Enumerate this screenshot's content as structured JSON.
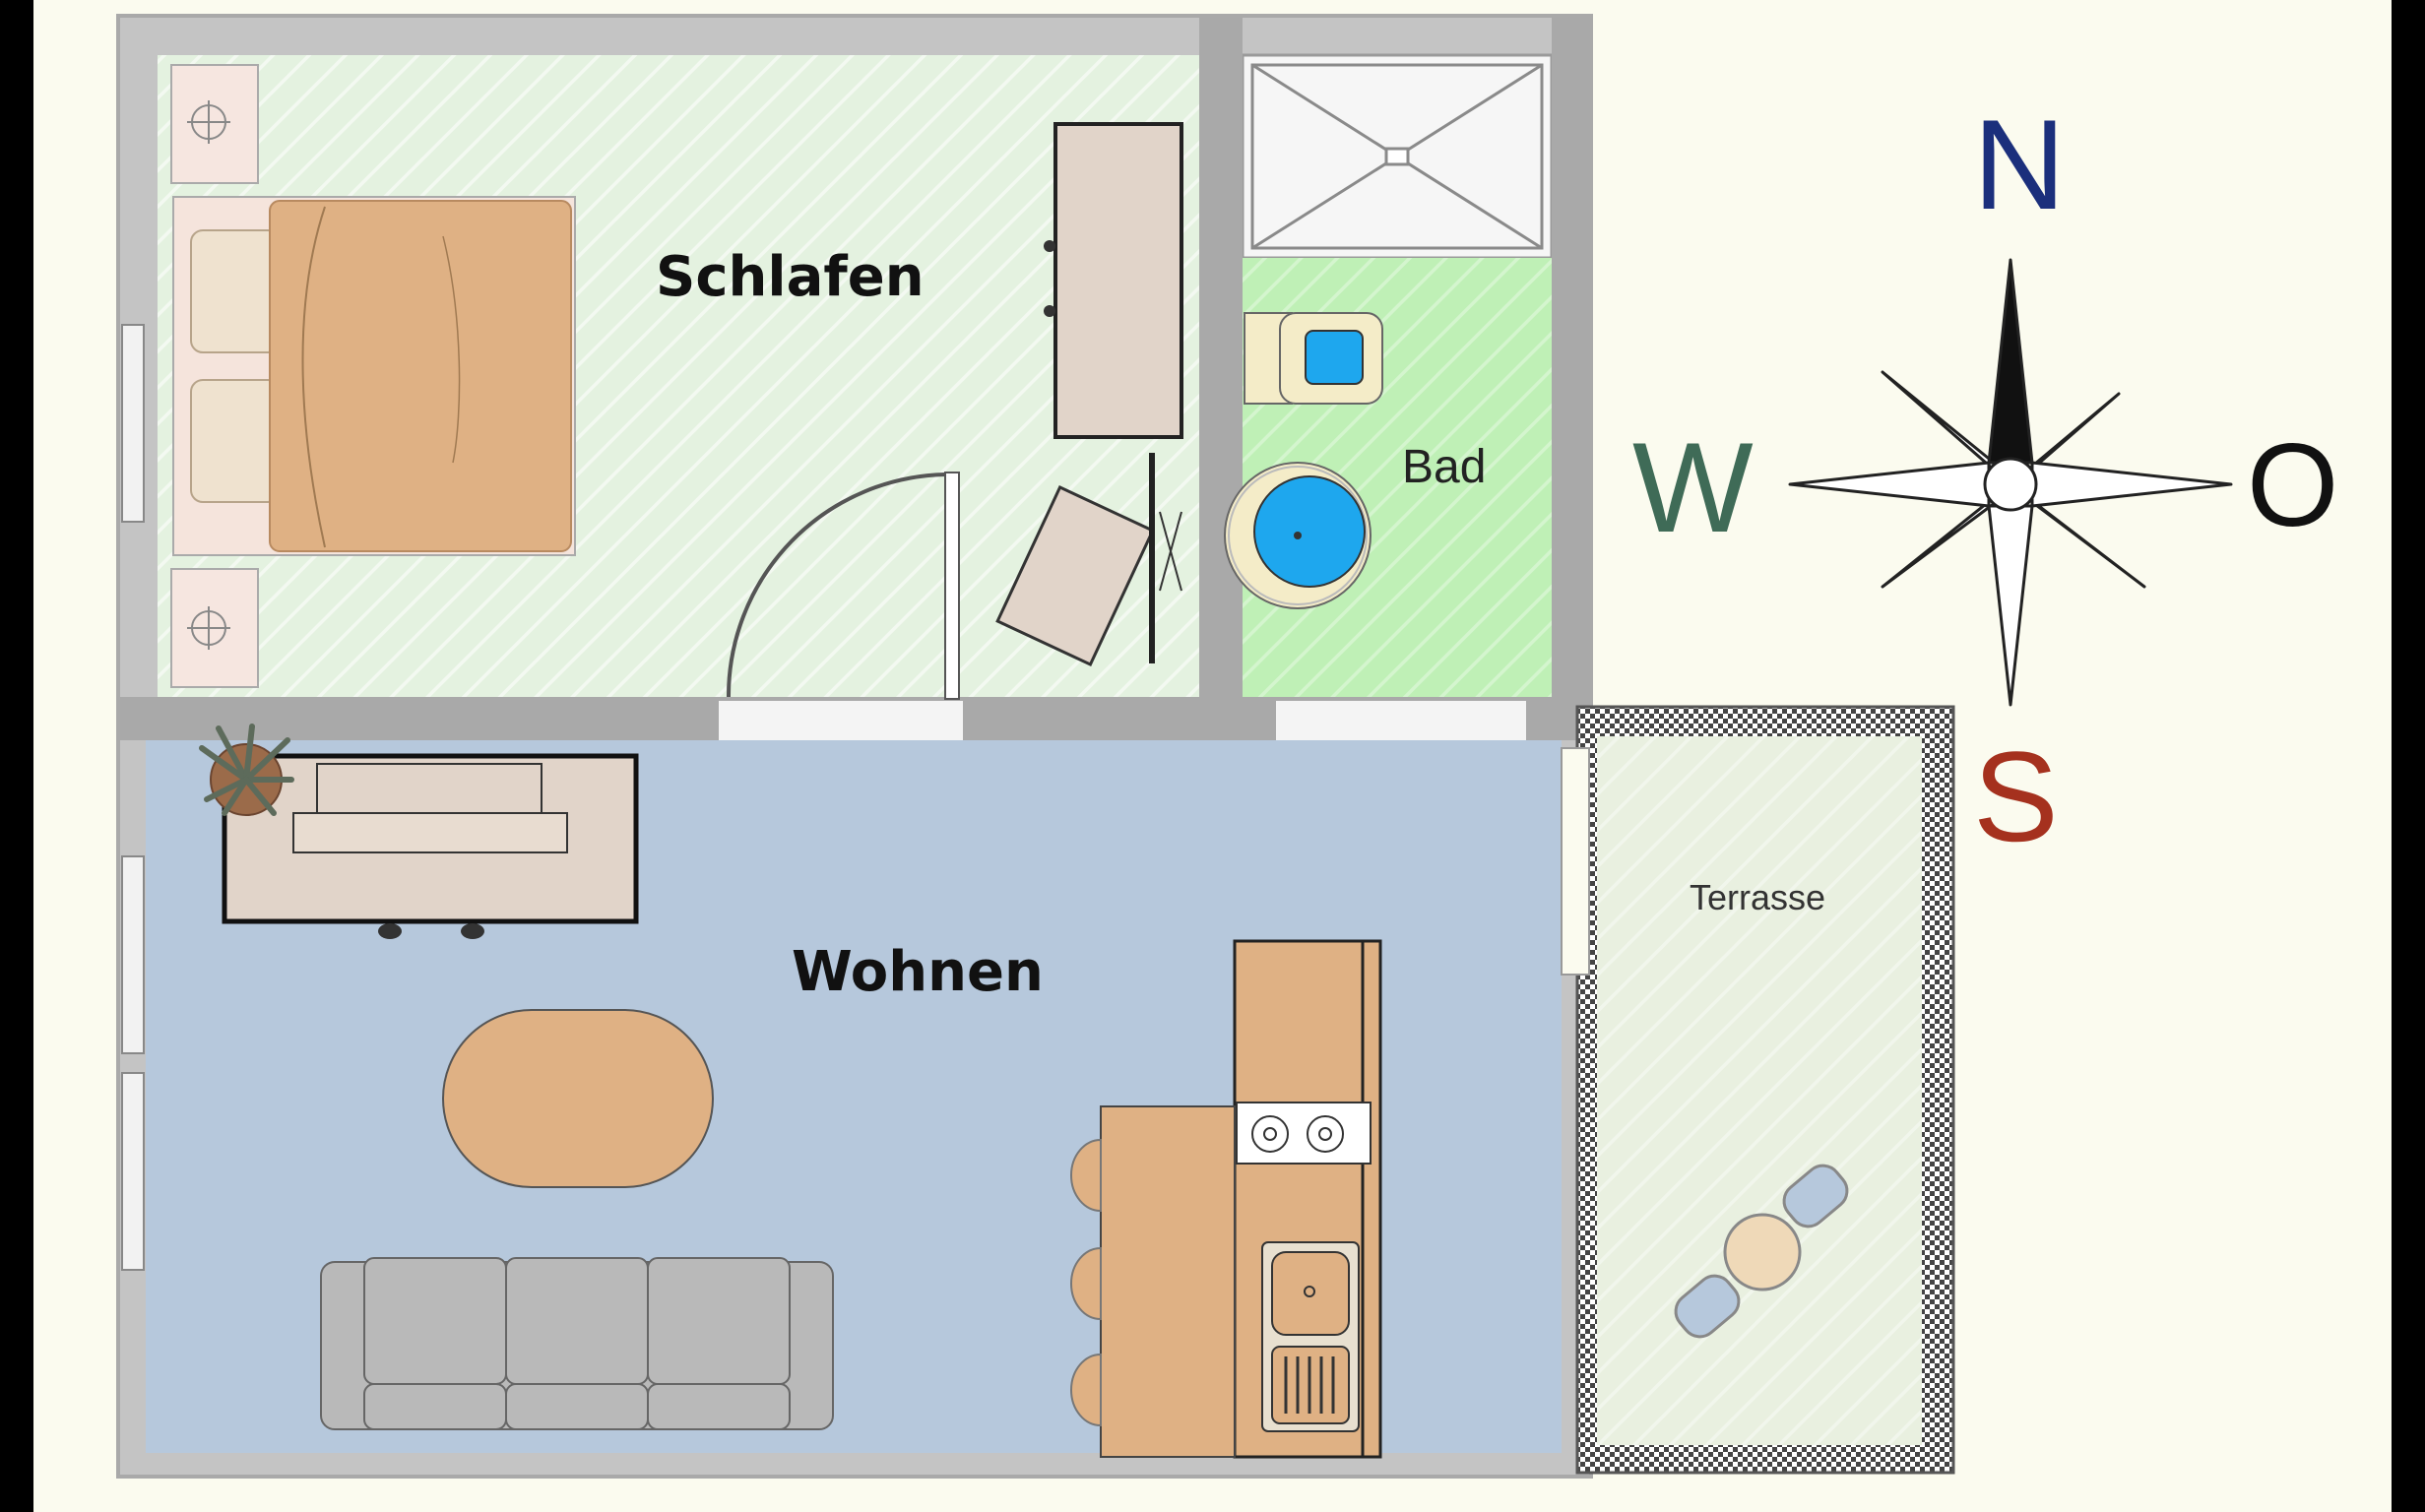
{
  "rooms": {
    "schlafen": "Schlafen",
    "bad": "Bad",
    "wohnen": "Wohnen",
    "terrasse": "Terrasse"
  },
  "compass": {
    "north": "N",
    "west": "W",
    "east": "O",
    "south": "S"
  },
  "colors": {
    "background": "#fbfbef",
    "wall": "#a9a9a9",
    "schlafen_floor": "#e6f3e2",
    "bad_floor": "#bff0b6",
    "wohnen_floor": "#b6c8dc",
    "terrasse_floor": "#e9f0e0",
    "wood": "#dfb184",
    "sofa": "#b9b9b9",
    "furniture": "#e1d4c9",
    "water": "#1ea7ee",
    "north": "#1b2f7c",
    "west": "#3f6b57",
    "east": "#111111",
    "south": "#a5311e"
  },
  "icons": [
    "compass-rose-icon",
    "potted-plant-icon",
    "cooktop-icon",
    "sink-icon",
    "toilet-icon",
    "shower-icon"
  ]
}
